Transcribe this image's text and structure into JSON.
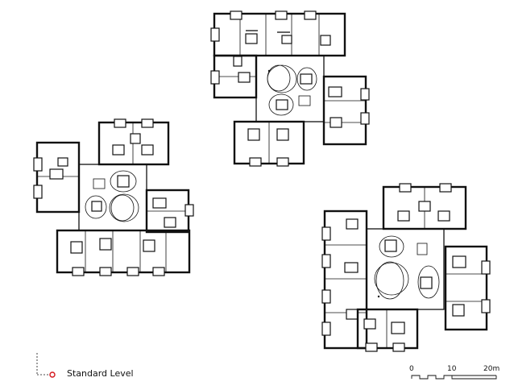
{
  "legend": {
    "label": "Standard Level"
  },
  "scale": {
    "ticks": [
      "0",
      "10",
      "20m"
    ]
  }
}
